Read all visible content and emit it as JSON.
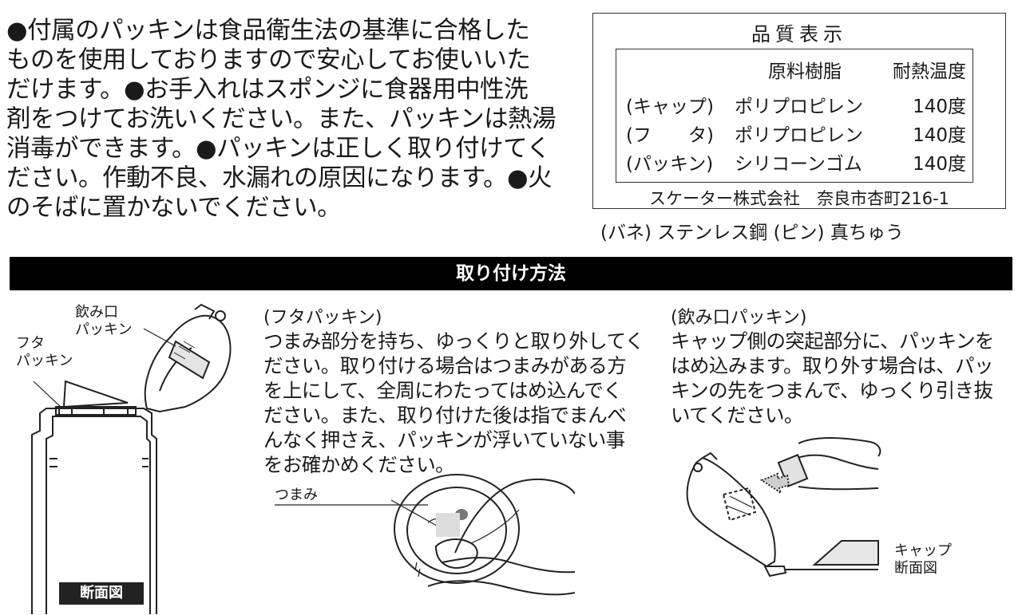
{
  "intro": {
    "lines": [
      "●付属のパッキンは食品衛生法の基準に合格した",
      "ものを使用しておりますので安心してお使いいた",
      "だけます。●お手入れはスポンジに食器用中性洗",
      "剤をつけてお洗いください。また、パッキンは熱湯",
      "消毒ができます。●パッキンは正しく取り付けてく",
      "ださい。作動不良、水漏れの原因になります。●火",
      "のそばに置かないでください。"
    ]
  },
  "quality": {
    "title": "品質表示",
    "header": {
      "material": "原料樹脂",
      "heat": "耐熱温度"
    },
    "rows": [
      {
        "part": "(キャップ)",
        "material": "ポリプロピレン",
        "heat": "140度"
      },
      {
        "part": "(フ　　タ)",
        "material": "ポリプロピレン",
        "heat": "140度"
      },
      {
        "part": "(パッキン)",
        "material": "シリコーンゴム",
        "heat": "140度"
      }
    ],
    "company": "スケーター株式会社　奈良市杏町216-1",
    "spring_note": "(バネ) ステンレス鋼 (ピン) 真ちゅう"
  },
  "install": {
    "title": "取り付け方法",
    "left_diagram": {
      "label_mouth": [
        "飲み口",
        "パッキン"
      ],
      "label_lid": [
        "フタ",
        "パッキン"
      ],
      "badge": "断面図"
    },
    "middle": {
      "heading": "(フタパッキン)",
      "lines": [
        "つまみ部分を持ち、ゆっくりと取り外してく",
        "ださい。取り付ける場合はつまみがある方",
        "を上にして、全周にわたってはめ込んでく",
        "ださい。また、取り付けた後は指でまんべ",
        "んなく押さえ、パッキンが浮いていない事",
        "をお確かめください。"
      ],
      "knob_label": "つまみ"
    },
    "right": {
      "heading": "(飲み口パッキン)",
      "lines": [
        "キャップ側の突起部分に、パッキンを",
        "はめ込みます。取り外す場合は、パッ",
        "キンの先をつまんで、ゆっくり引き抜",
        "いてください。"
      ],
      "cap_label": [
        "キャップ",
        "断面図"
      ]
    }
  },
  "colors": {
    "ink": "#1a1a1a",
    "bar": "#000000",
    "paper": "#ffffff"
  }
}
